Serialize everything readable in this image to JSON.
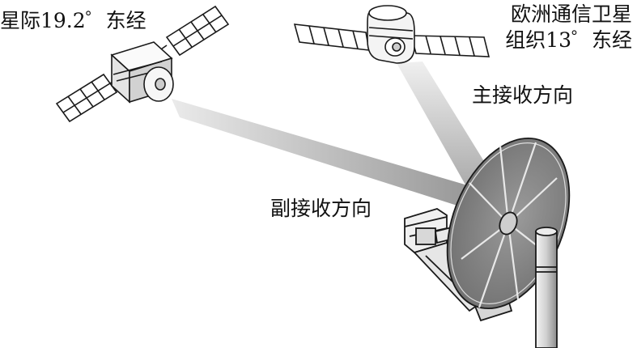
{
  "labels": {
    "satellite_left": "星际19.2゜东经",
    "satellite_right_line1": "欧洲通信卫星",
    "satellite_right_line2": "组织13゜东经",
    "primary_direction": "主接收方向",
    "secondary_direction": "副接收方向"
  },
  "colors": {
    "stroke": "#1a1a1a",
    "body_fill": "#f2f2f2",
    "panel_fill": "#ffffff",
    "dish_fill": "#7f7f7f",
    "beam_dark": "#8c8c8c",
    "beam_light": "#e6e6e6"
  }
}
